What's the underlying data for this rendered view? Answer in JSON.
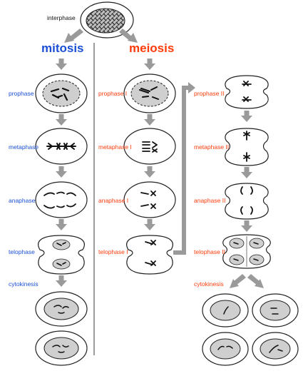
{
  "top_label": "interphase",
  "mitosis": {
    "title": "mitosis",
    "color": "#1a4fd6",
    "stages": [
      "prophase",
      "metaphase",
      "anaphase",
      "telophase",
      "cytokinesis"
    ]
  },
  "meiosis": {
    "title": "meiosis",
    "color": "#ff3b0a",
    "stages_I": [
      "prophase I",
      "metaphase I",
      "anaphase I",
      "telophase I"
    ],
    "stages_II": [
      "prophase II",
      "metaphase II",
      "anaphase II",
      "telophase II",
      "cytokinesis"
    ]
  },
  "colors": {
    "arrow": "#9a9a9a",
    "nucleus": "#cfcfcf",
    "outline": "#222222",
    "divider": "#666666"
  }
}
